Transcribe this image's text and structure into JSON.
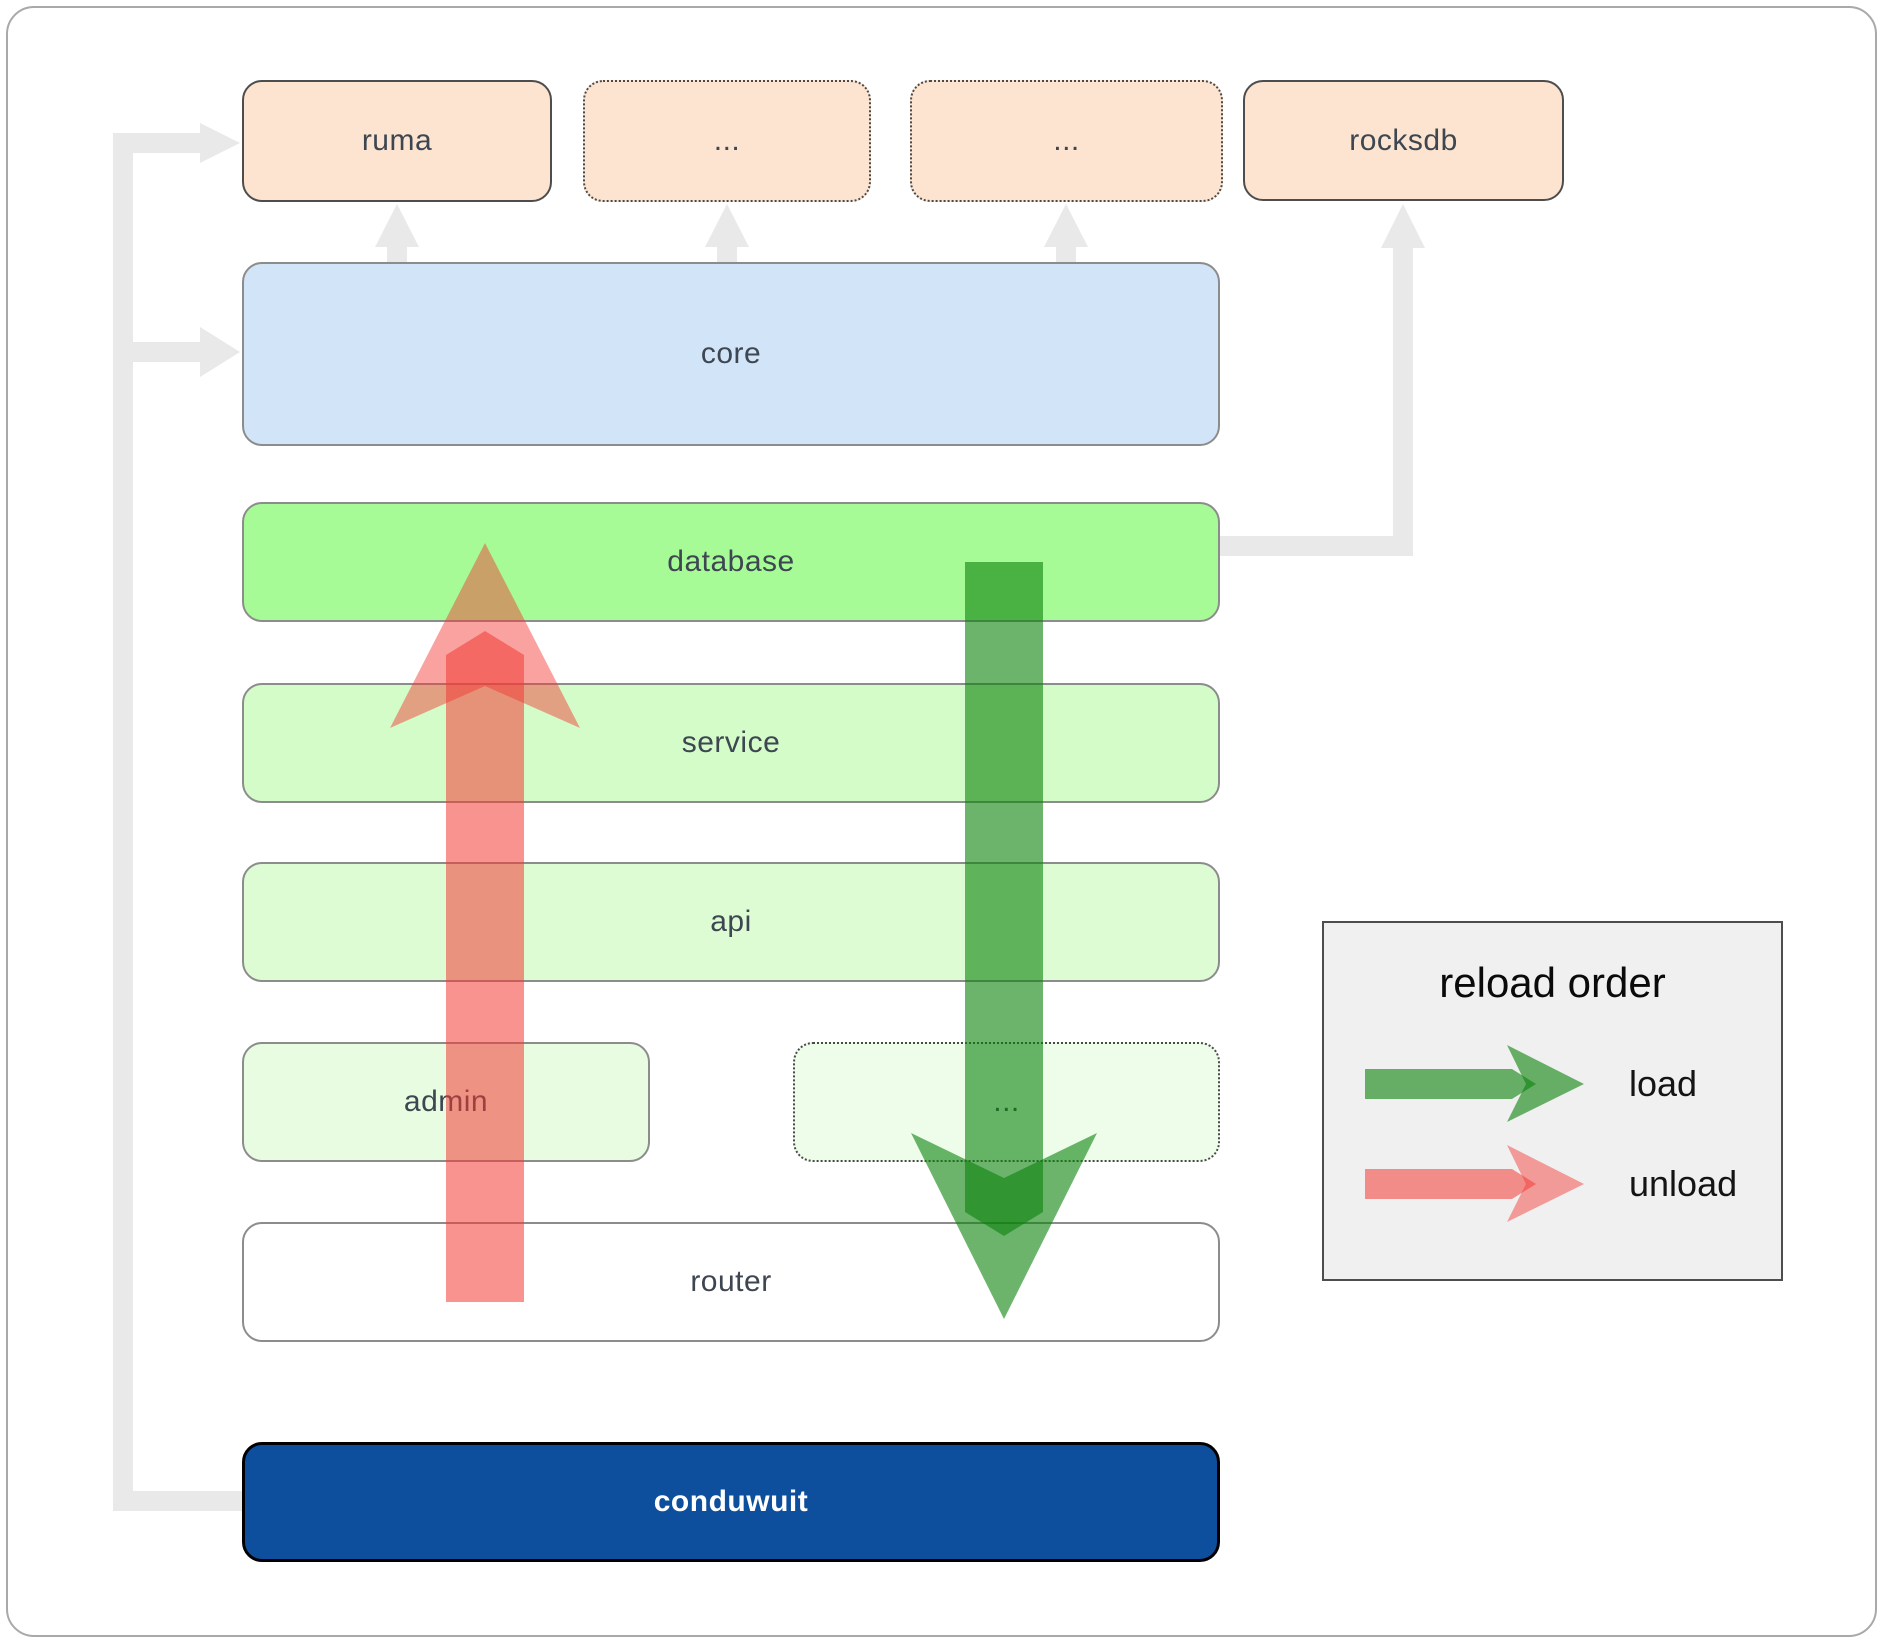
{
  "diagram": {
    "top_row": [
      {
        "label": "ruma"
      },
      {
        "label": "..."
      },
      {
        "label": "..."
      },
      {
        "label": "rocksdb"
      }
    ],
    "layers": {
      "core": "core",
      "database": "database",
      "service": "service",
      "api": "api",
      "admin": "admin",
      "admin_more": "...",
      "router": "router",
      "conduwuit": "conduwuit"
    },
    "legend": {
      "title": "reload order",
      "load_label": "load",
      "unload_label": "unload"
    }
  },
  "colors": {
    "peach": "#fce4d0",
    "peach-border": "#4d4d4d",
    "blue": "#d2e5f8",
    "bright-green": "#a7fb97",
    "green1": "#d4fcc9",
    "green2": "#ddfcd4",
    "green3": "#e8fce2",
    "green4": "#eefdea",
    "box-border": "#8c8c8c",
    "navy": "#0e4f9d",
    "text": "#3d4651",
    "gray-arrow": "#e9e9e9",
    "red-arrow": "#f23a35",
    "green-arrow": "#0a820a",
    "legend-bg": "#f0f0f0",
    "legend-border": "#4d4d4d"
  }
}
